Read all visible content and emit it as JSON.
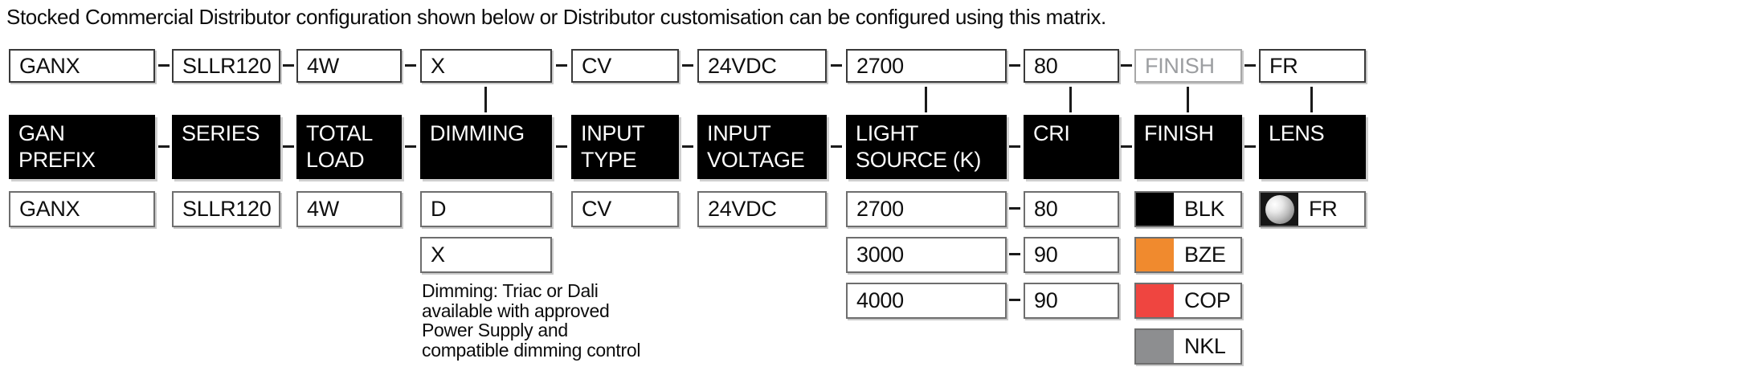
{
  "title": "Stocked Commercial Distributor configuration shown below or Distributor customisation can be configured using this matrix.",
  "matrix": {
    "top_codes": [
      "GANX",
      "SLLR120",
      "4W",
      "X",
      "CV",
      "24VDC",
      "2700",
      "80",
      "FINISH",
      "FR"
    ],
    "headers": [
      "GAN\nPREFIX",
      "SERIES",
      "TOTAL\nLOAD",
      "DIMMING",
      "INPUT\nTYPE",
      "INPUT\nVOLTAGE",
      "LIGHT\nSOURCE (K)",
      "CRI",
      "FINISH",
      "LENS"
    ],
    "options": {
      "gan_prefix": [
        "GANX"
      ],
      "series": [
        "SLLR120"
      ],
      "total_load": [
        "4W"
      ],
      "dimming": [
        "D",
        "X"
      ],
      "dimming_note": "Dimming: Triac or Dali\navailable with approved\nPower Supply and\ncompatible dimming control",
      "input_type": [
        "CV"
      ],
      "input_voltage": [
        "24VDC"
      ],
      "light_source_k": [
        "2700",
        "3000",
        "4000"
      ],
      "cri": [
        "80",
        "90",
        "90"
      ],
      "finish": [
        {
          "code": "BLK",
          "color": "#000000"
        },
        {
          "code": "BZE",
          "color": "#F08A2E"
        },
        {
          "code": "COP",
          "color": "#EF4540"
        },
        {
          "code": "NKL",
          "color": "#8D8E90"
        }
      ],
      "lens": [
        {
          "code": "FR",
          "icon": "frosted-sphere-icon"
        }
      ]
    }
  }
}
